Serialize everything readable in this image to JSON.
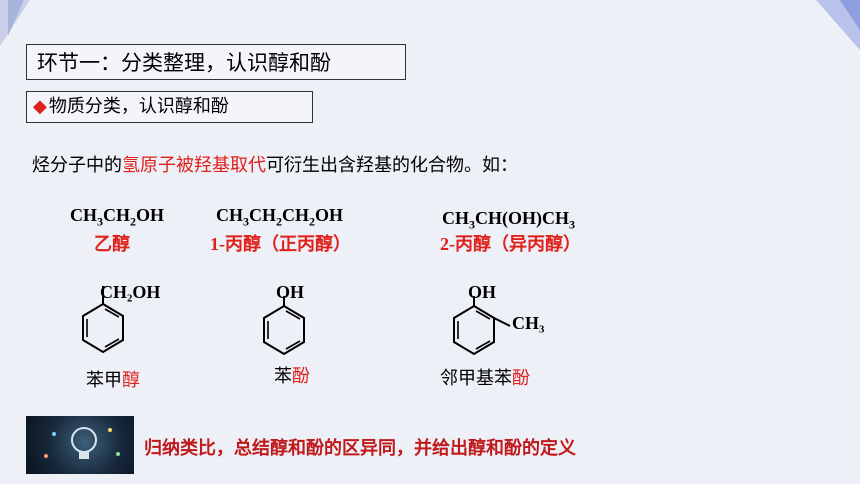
{
  "section_title": "环节一：分类整理，认识醇和酚",
  "subsection": {
    "bullet": "◆",
    "text": "物质分类，认识醇和酚"
  },
  "intro": {
    "before": "烃分子中的",
    "highlight": "氢原子被羟基取代",
    "after": "可衍生出含羟基的化合物。如："
  },
  "compounds": [
    {
      "formula_parts": [
        "CH",
        "3",
        "CH",
        "2",
        "OH"
      ],
      "name": "乙醇"
    },
    {
      "formula_parts": [
        "CH",
        "3",
        "CH",
        "2",
        "CH",
        "2",
        "OH"
      ],
      "name": "1-丙醇（正丙醇）"
    },
    {
      "formula_parts": [
        "CH",
        "3",
        "CH(OH)CH",
        "3"
      ],
      "name": "2-丙醇（异丙醇）"
    }
  ],
  "aromatics": [
    {
      "substituent": "CH₂OH",
      "label_black": "苯甲",
      "label_red": "醇"
    },
    {
      "substituent": "OH",
      "label_black": "苯",
      "label_red": "酚"
    },
    {
      "substituent": "OH",
      "extra_substituent": "CH₃",
      "label_black": "邻甲基苯",
      "label_red": "酚"
    }
  ],
  "conclusion": "归纳类比，总结醇和酚的区异同，并给出醇和酚的定义",
  "colors": {
    "accent_red": "#e0201b",
    "conclusion_red": "#c0191b"
  }
}
